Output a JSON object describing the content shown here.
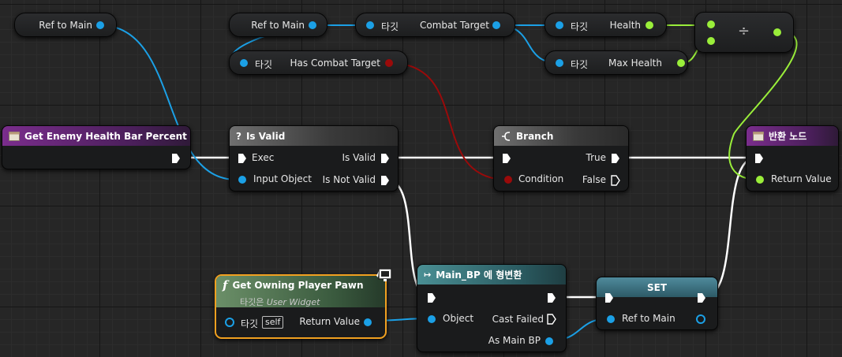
{
  "nodes": {
    "ref_to_main_1": {
      "label": "Ref to Main"
    },
    "ref_to_main_2": {
      "label": "Ref to Main"
    },
    "combat_target": {
      "target": "타깃",
      "label": "Combat Target"
    },
    "health": {
      "target": "타깃",
      "label": "Health"
    },
    "max_health": {
      "target": "타깃",
      "label": "Max Health"
    },
    "divide": {
      "symbol": "÷"
    },
    "has_combat_target": {
      "target": "타깃",
      "label": "Has Combat Target"
    },
    "get_enemy_hbp": {
      "title": "Get Enemy Health Bar Percent"
    },
    "is_valid": {
      "title": "Is Valid",
      "exec": "Exec",
      "input_object": "Input Object",
      "is_valid": "Is Valid",
      "is_not_valid": "Is Not Valid"
    },
    "branch": {
      "title": "Branch",
      "condition": "Condition",
      "true": "True",
      "false": "False"
    },
    "return_node": {
      "title": "반환 노드",
      "return_value": "Return Value"
    },
    "get_owning_pawn": {
      "title": "Get Owning Player Pawn",
      "subtitle_prefix": "타깃은 ",
      "subtitle_italic": "User Widget",
      "target": "타깃",
      "self": "self",
      "return_value": "Return Value"
    },
    "cast": {
      "title": "Main_BP 에 형변환",
      "object": "Object",
      "cast_failed": "Cast Failed",
      "as_main_bp": "As Main BP"
    },
    "set": {
      "title": "SET",
      "ref_to_main": "Ref to Main"
    }
  },
  "colors": {
    "object_pin": "#1ba0e6",
    "float_pin": "#9aee3a",
    "bool_pin": "#9a0a0a",
    "exec_pin": "#ffffff",
    "function_header": "#7a2d8c",
    "pure_header": "#6b8f68",
    "cast_header": "#4a8f94",
    "selection": "#f0a020"
  },
  "icons": [
    "function-icon",
    "question-icon",
    "branch-icon",
    "cast-icon",
    "return-icon",
    "screen-icon",
    "f-icon"
  ]
}
